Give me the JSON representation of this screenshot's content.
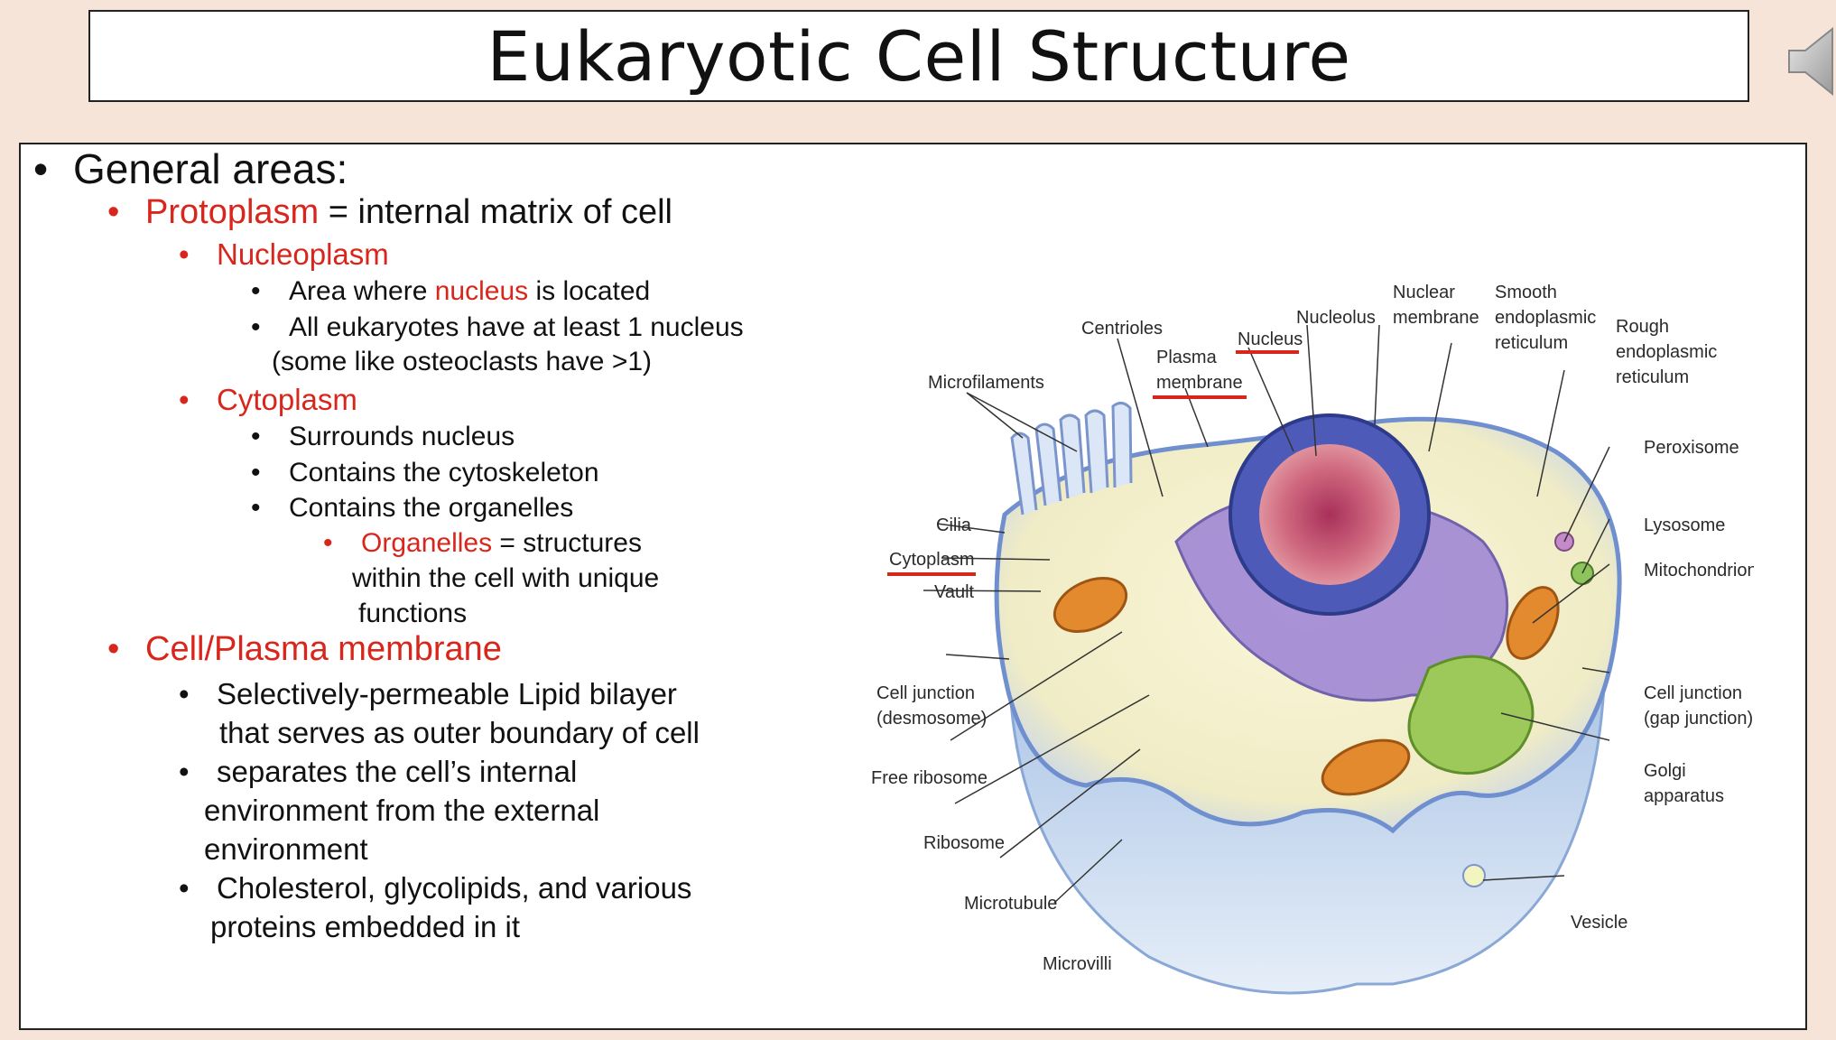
{
  "slide": {
    "title": "Eukaryotic Cell Structure"
  },
  "outline": {
    "general": "General areas:",
    "protoplasm_term": "Protoplasm",
    "protoplasm_rest": " = internal matrix of cell",
    "nucleoplasm": "Nucleoplasm",
    "nuc_b1_pre": "Area where ",
    "nuc_b1_term": "nucleus",
    "nuc_b1_post": " is located",
    "nuc_b2_l1": "All eukaryotes have at least 1 nucleus",
    "nuc_b2_l2": "(some like osteoclasts have >1)",
    "cytoplasm": "Cytoplasm",
    "cyto_b1": "Surrounds nucleus",
    "cyto_b2": "Contains the cytoskeleton",
    "cyto_b3": "Contains the organelles",
    "org_term": "Organelles",
    "org_l1_rest": " = structures",
    "org_l2": "within the cell with unique",
    "org_l3": "functions",
    "membrane": "Cell/Plasma membrane",
    "mem_b1_l1": "Selectively-permeable Lipid bilayer",
    "mem_b1_l2": "that serves as outer boundary of cell",
    "mem_b2_l1": "separates the cell’s internal",
    "mem_b2_l2": "environment from the external",
    "mem_b2_l3": "environment",
    "mem_b3_l1": "Cholesterol, glycolipids, and various",
    "mem_b3_l2": "proteins embedded in it"
  },
  "diagram": {
    "labels": {
      "centrioles": "Centrioles",
      "nucleolus": "Nucleolus",
      "nuclear_membrane_1": "Nuclear",
      "nuclear_membrane_2": "membrane",
      "smooth_er_1": "Smooth",
      "smooth_er_2": "endoplasmic",
      "smooth_er_3": "reticulum",
      "rough_er_1": "Rough",
      "rough_er_2": "endoplasmic",
      "rough_er_3": "reticulum",
      "nucleus": "Nucleus",
      "plasma_membrane_1": "Plasma",
      "plasma_membrane_2": "membrane",
      "microfilaments": "Microfilaments",
      "peroxisome": "Peroxisome",
      "lysosome": "Lysosome",
      "mitochondrion": "Mitochondrion",
      "cilia": "Cilia",
      "cytoplasm": "Cytoplasm",
      "vault": "Vault",
      "cell_junction_l_1": "Cell junction",
      "cell_junction_l_2": "(desmosome)",
      "cell_junction_r_1": "Cell junction",
      "cell_junction_r_2": "(gap junction)",
      "free_ribosome": "Free ribosome",
      "golgi_1": "Golgi",
      "golgi_2": "apparatus",
      "ribosome": "Ribosome",
      "microtubule": "Microtubule",
      "vesicle": "Vesicle",
      "microvilli": "Microvilli"
    }
  },
  "colors": {
    "accent_red": "#d9261c",
    "slide_background": "#f6e4d9"
  },
  "icons": {
    "speaker": "speaker-icon"
  }
}
